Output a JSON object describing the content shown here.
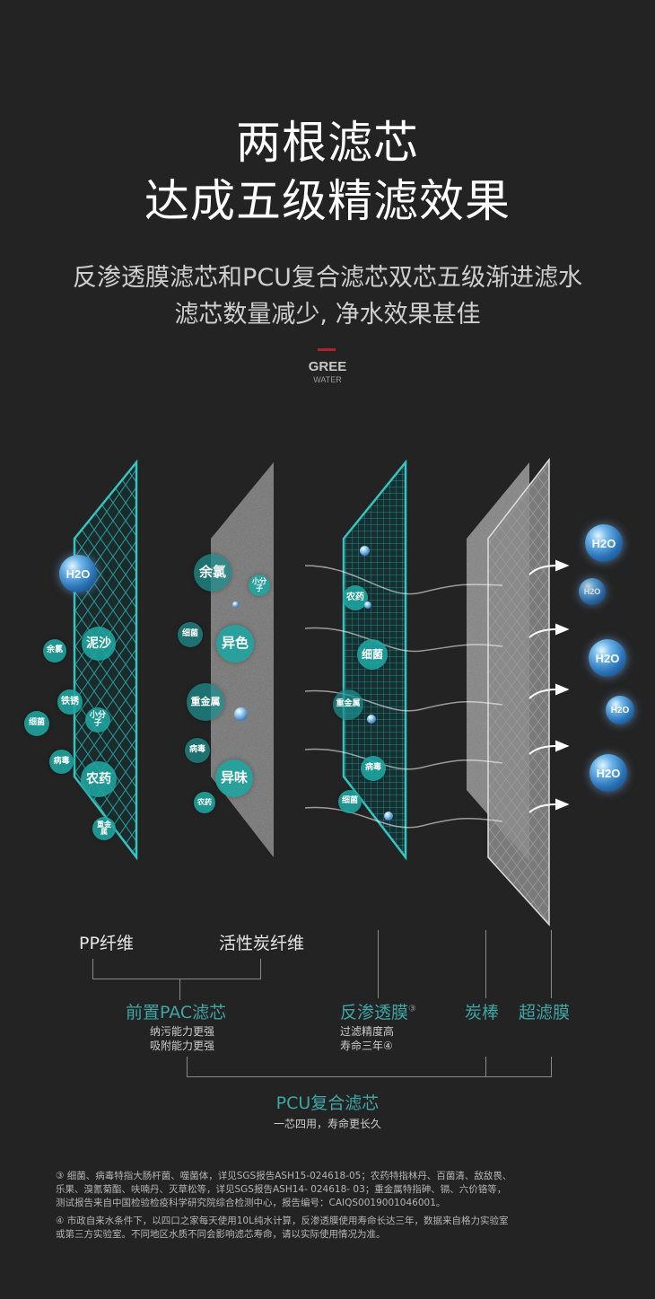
{
  "header": {
    "title_line1": "两根滤芯",
    "title_line2": "达成五级精滤效果",
    "subtitle_line1": "反渗透膜滤芯和PCU复合滤芯双芯五级渐进滤水",
    "subtitle_line2": "滤芯数量减少, 净水效果甚佳"
  },
  "logo": {
    "brand": "GREE",
    "sub": "WATER",
    "accent_color": "#b0232a"
  },
  "diagram": {
    "pp_bubbles": [
      "H2O",
      "泥沙",
      "余氯",
      "铁锈",
      "细菌",
      "小分子",
      "病毒",
      "农药",
      "重金属"
    ],
    "carbon_bubbles": [
      "余氯",
      "小分子",
      "细菌",
      "异色",
      "重金属",
      "病毒",
      "异味",
      "农药"
    ],
    "ro_bubbles": [
      "农药",
      "细菌",
      "重金属",
      "病毒",
      "细菌"
    ],
    "output_bubbles": [
      "H2O",
      "H2O",
      "H2O",
      "H2O",
      "H2O"
    ]
  },
  "labels": {
    "pp": "PP纤维",
    "carbon_fiber": "活性炭纤维",
    "pac": "前置PAC滤芯",
    "pac_desc1": "纳污能力更强",
    "pac_desc2": "吸附能力更强",
    "ro": "反渗透膜",
    "ro_note": "③",
    "ro_desc1": "过滤精度高",
    "ro_desc2": "寿命三年④",
    "carbon_rod": "炭棒",
    "uf": "超滤膜",
    "pcu": "PCU复合滤芯",
    "pcu_desc": "一芯四用，寿命更长久"
  },
  "footnotes": {
    "note3_line1": "③ 细菌、病毒特指大肠杆菌、噬菌体，详见SGS报告ASH15-024618-05；农药特指林丹、百菌清、敌敌畏、",
    "note3_line2": "乐果、溴氰菊酯、呋喃丹、灭草松等，详见SGS报告ASH14- 024618- 03；重金属特指砷、镉、六价铬等，",
    "note3_line3": "测试报告来自中国检验检疫科学研究院综合检测中心，报告编号：CAIQS0019001046001。",
    "note4_line1": "④ 市政自来水条件下，以四口之家每天使用10L纯水计算，反渗透膜使用寿命长达三年，数据来自格力实验室",
    "note4_line2": "或第三方实验室。不同地区水质不同会影响滤芯寿命，请以实际使用情况为准。"
  },
  "colors": {
    "background": "#232323",
    "teal": "#3fa6a6",
    "bubble": "#1ea5a0"
  }
}
